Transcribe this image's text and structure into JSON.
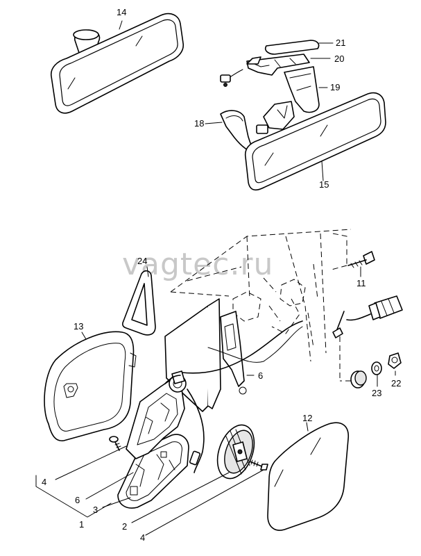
{
  "watermark": "vagtec.ru",
  "callouts": [
    {
      "id": "14",
      "text": "14"
    },
    {
      "id": "21",
      "text": "21"
    },
    {
      "id": "20",
      "text": "20"
    },
    {
      "id": "19",
      "text": "19"
    },
    {
      "id": "18",
      "text": "18"
    },
    {
      "id": "15",
      "text": "15"
    },
    {
      "id": "24",
      "text": "24"
    },
    {
      "id": "11",
      "text": "11"
    },
    {
      "id": "13",
      "text": "13"
    },
    {
      "id": "6a",
      "text": "6"
    },
    {
      "id": "12",
      "text": "12"
    },
    {
      "id": "22",
      "text": "22"
    },
    {
      "id": "23",
      "text": "23"
    },
    {
      "id": "4a",
      "text": "4"
    },
    {
      "id": "6b",
      "text": "6"
    },
    {
      "id": "3",
      "text": "3"
    },
    {
      "id": "1",
      "text": "1"
    },
    {
      "id": "2",
      "text": "2"
    },
    {
      "id": "4b",
      "text": "4"
    }
  ]
}
